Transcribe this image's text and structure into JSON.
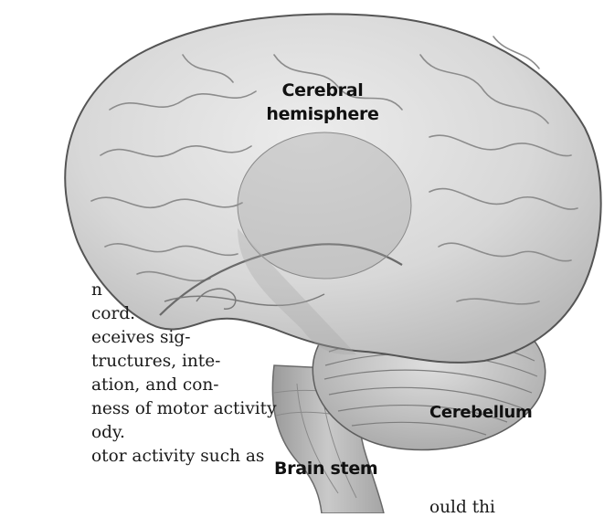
{
  "labels": {
    "cerebral_hemisphere_line1": "Cerebral",
    "cerebral_hemisphere_line2": "hemisphere",
    "cerebellum": "Cerebellum",
    "brain_stem": "Brain stem"
  },
  "body_text": {
    "lines": [
      "n",
      "cord.",
      "eceives sig-",
      "tructures, inte-",
      "ation, and con-",
      "ness of motor activity",
      "ody.",
      "otor activity such as",
      "ould thi"
    ]
  },
  "colors": {
    "brain_fill": "#d9d9d9",
    "brain_outline": "#5a5a5a",
    "highlight": "#bcbcbc",
    "label_text": "#111111",
    "body_text": "#1a1a1a"
  }
}
